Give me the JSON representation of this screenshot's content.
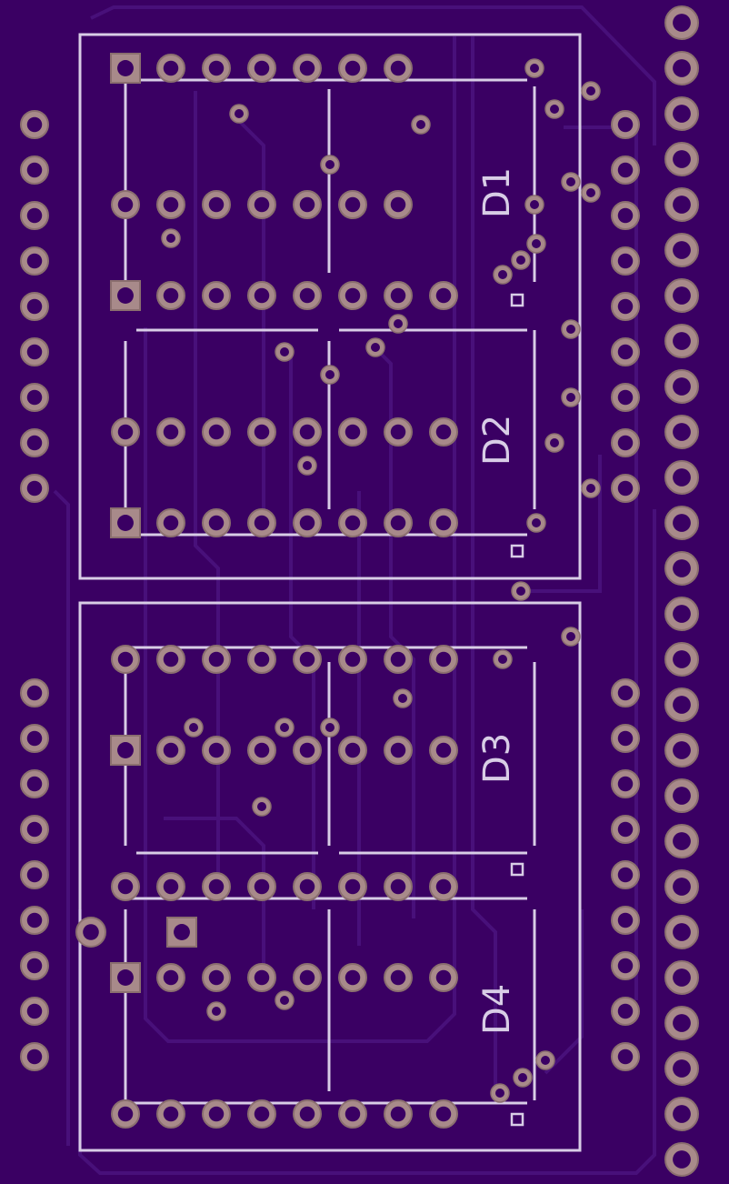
{
  "colors": {
    "board": "#3a0063",
    "trace": "#48107a",
    "silk": "#d8cde6",
    "pad": "#a88a8a",
    "pad_ring": "#8b6f6f",
    "hole": "#3a0063"
  },
  "labels": {
    "d1": "D1",
    "d2": "D2",
    "d3": "D3",
    "d4": "D4"
  }
}
